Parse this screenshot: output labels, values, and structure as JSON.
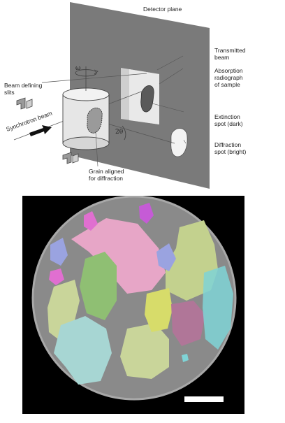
{
  "schematic": {
    "detector_label": "Detector plane",
    "transmitted_label": [
      "Transmitted",
      "beam"
    ],
    "absorption_label": [
      "Absorption",
      "radiograph",
      "of sample"
    ],
    "extinction_label": [
      "Extinction",
      "spot (dark)"
    ],
    "diffraction_label": [
      "Diffraction",
      "spot (bright)"
    ],
    "slits_label": [
      "Beam defining",
      "slits"
    ],
    "beam_label": "Synchrotron beam",
    "grain_label": [
      "Grain aligned",
      "for diffraction"
    ],
    "omega_symbol": "ω",
    "two_theta_symbol": "2θ"
  },
  "grain_map": {
    "background_color": "#000000",
    "sample_color": "#8a8a8a",
    "scale_bar_color": "#ffffff",
    "grain_colors": [
      "#e7a6c7",
      "#8fbf73",
      "#c3d18e",
      "#a7d6d3",
      "#d7dc6a",
      "#b07698",
      "#7fd3d6",
      "#9aa3e0",
      "#c55bd6",
      "#e06fd0",
      "#c9d59a"
    ]
  }
}
